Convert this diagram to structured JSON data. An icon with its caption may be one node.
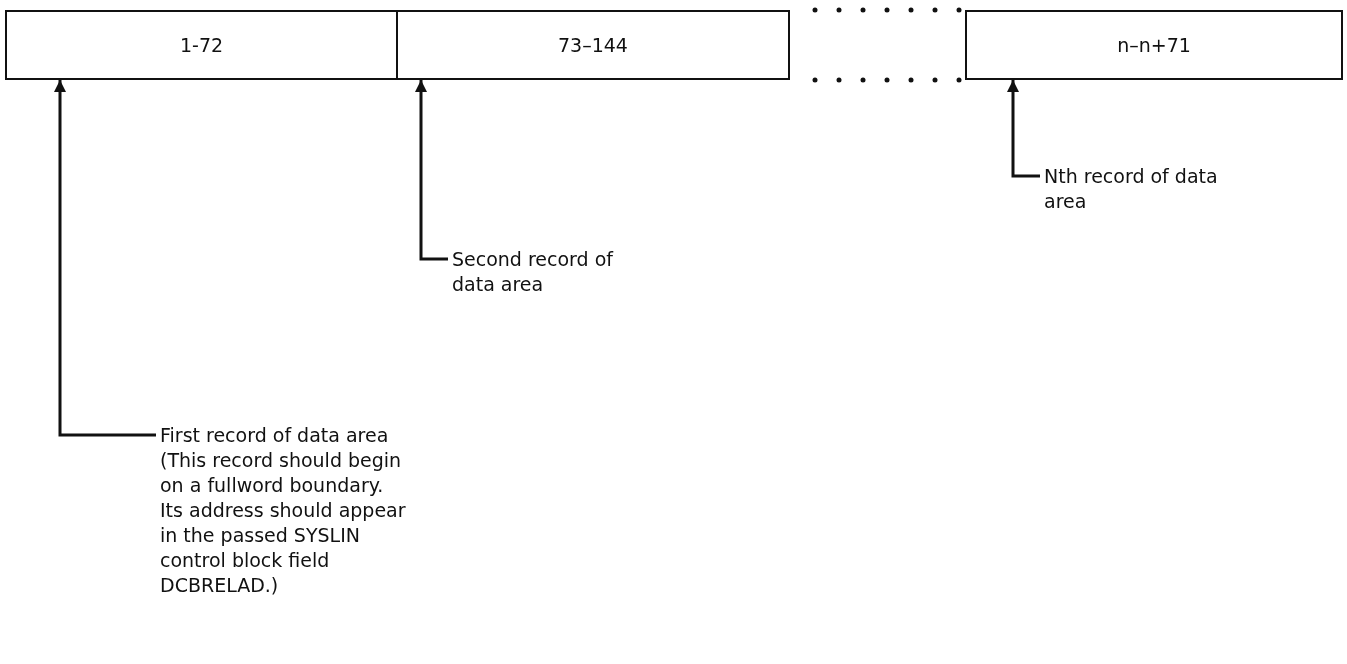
{
  "diagram": {
    "nodes": [
      {
        "text": [
          "1-72"
        ]
      },
      {
        "text": [
          "73–144"
        ]
      },
      {
        "text": [
          "n–n+71"
        ]
      },
      {
        "text": [
          "First record of data area (This record should begin on a fullword boundary. Its address should appear in the passed SYSLIN control block field DCBRELAD.)"
        ]
      },
      {
        "text": [
          "Second record of data area"
        ]
      },
      {
        "text": [
          "Nth record of data area"
        ]
      }
    ],
    "edges": [
      {
        "from": 3,
        "to": 0,
        "arrow": "to"
      },
      {
        "from": 4,
        "to": 1,
        "arrow": "to"
      },
      {
        "from": 5,
        "to": 2,
        "arrow": "to"
      }
    ]
  }
}
